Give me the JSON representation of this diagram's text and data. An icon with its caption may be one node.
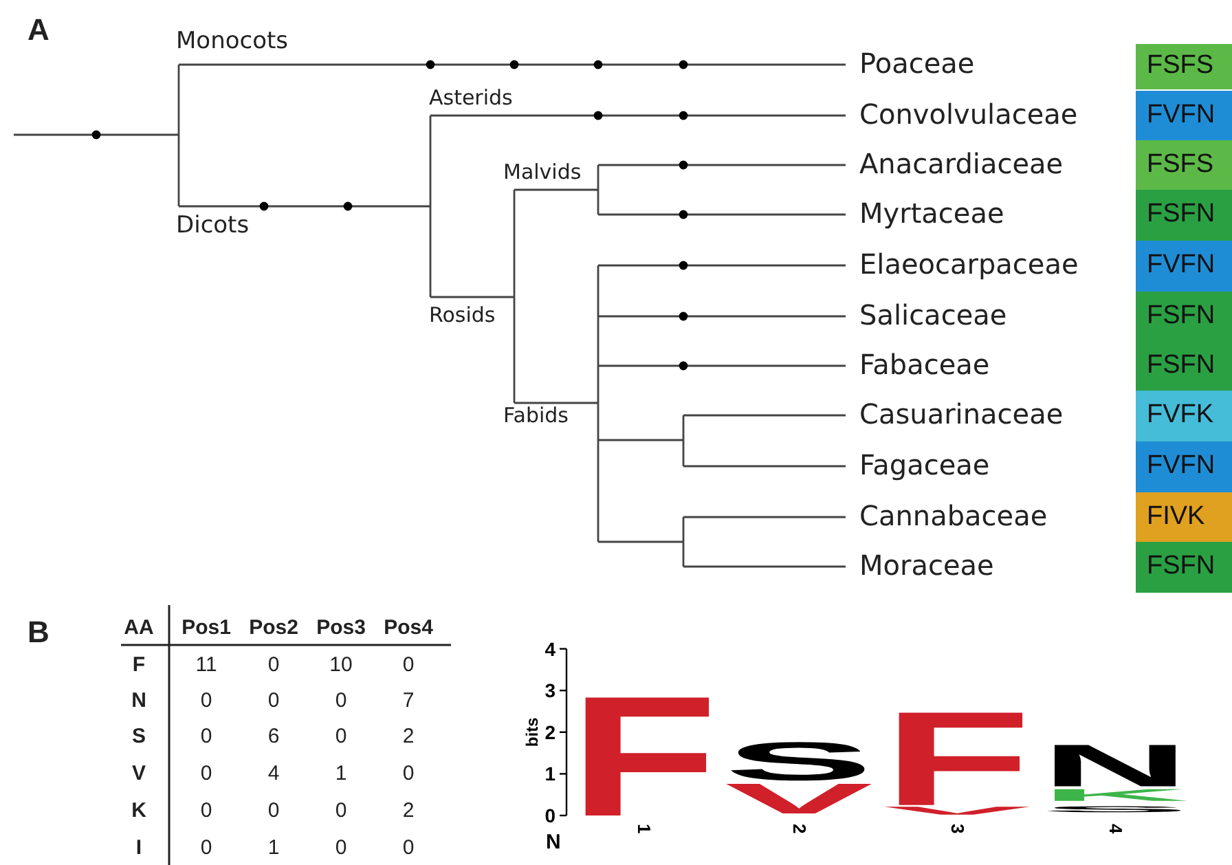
{
  "diagram": {
    "nodes": [
      {
        "text": [
          "FSFS"
        ]
      },
      {
        "text": [
          "FVFN"
        ]
      },
      {
        "text": [
          "FSFS"
        ]
      },
      {
        "text": [
          "FSFN"
        ]
      },
      {
        "text": [
          "FVFN"
        ]
      },
      {
        "text": [
          "FSFN"
        ]
      },
      {
        "text": [
          "FSFN"
        ]
      },
      {
        "text": [
          "FVFK"
        ]
      },
      {
        "text": [
          "FVFN"
        ]
      },
      {
        "text": [
          "FIVK"
        ]
      },
      {
        "text": [
          "FSFN"
        ]
      }
    ],
    "labels": [
      "A",
      "Monocots",
      "Poaceae",
      "Asterids",
      "Convolvulaceae",
      "Malvids",
      "Anacardiaceae",
      "Myrtaceae",
      "Dicots",
      "Elaeocarpaceae",
      "Rosids",
      "Salicaceae",
      "Fabaceae",
      "Fabids",
      "Casuarinaceae",
      "Fagaceae",
      "Cannabaceae",
      "Moraceae",
      "B",
      "AA",
      "Pos1",
      "Pos2",
      "Pos3",
      "Pos4",
      "F",
      "11",
      "0",
      "10",
      "0",
      "N",
      "0",
      "0",
      "0",
      "7",
      "S",
      "0",
      "6",
      "0",
      "2",
      "V",
      "0",
      "4",
      "1",
      "0",
      "K",
      "0",
      "0",
      "0",
      "2",
      "I",
      "0",
      "1",
      "0",
      "0",
      "4",
      "3",
      "bits",
      "2",
      "1",
      "0",
      "F",
      "S",
      "V",
      "F",
      "V",
      "N",
      "K",
      "S",
      "1",
      "2",
      "3",
      "4",
      "N"
    ]
  }
}
